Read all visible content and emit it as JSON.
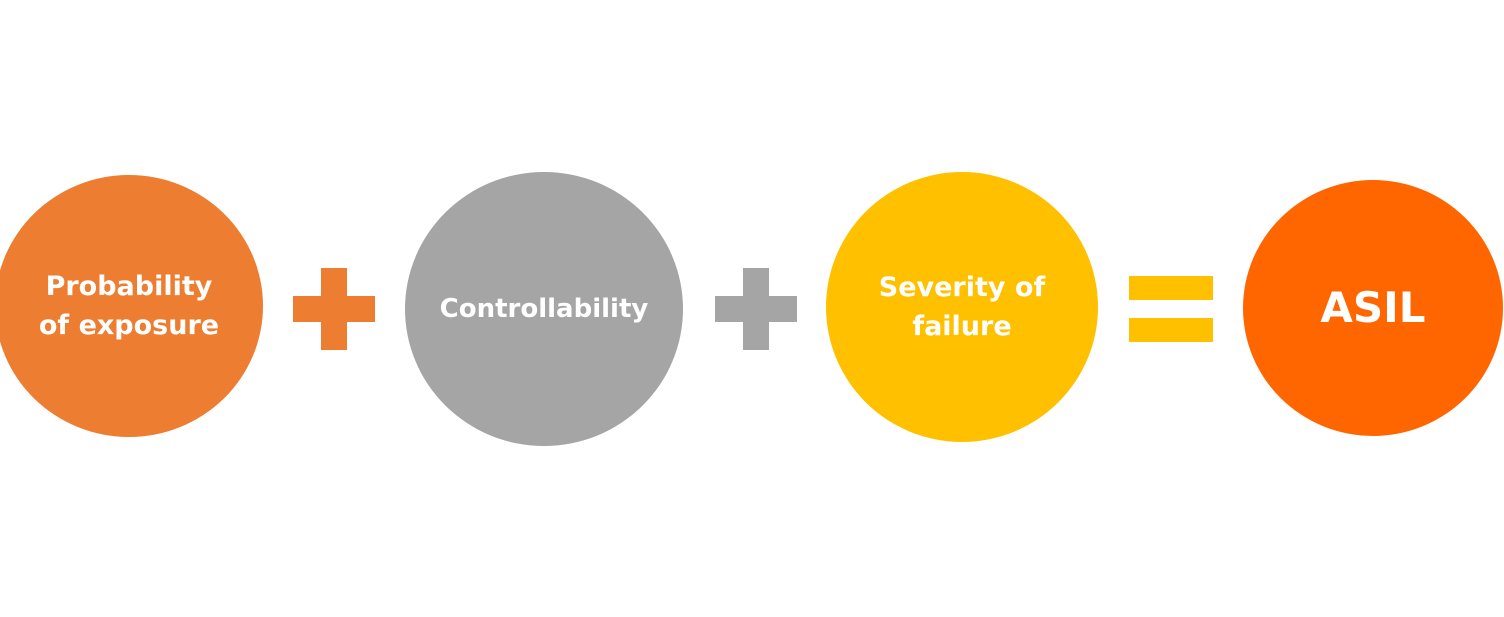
{
  "diagram": {
    "factors": [
      {
        "label": "Probability\nof exposure",
        "color": "#ED7D31"
      },
      {
        "label": "Controllability",
        "color": "#A5A5A5"
      },
      {
        "label": "Severity of\nfailure",
        "color": "#FFC000"
      }
    ],
    "operators": [
      {
        "symbol": "plus",
        "color": "#ED7D31"
      },
      {
        "symbol": "plus",
        "color": "#A5A5A5"
      },
      {
        "symbol": "equals",
        "color": "#FFC000"
      }
    ],
    "result": {
      "label": "ASIL",
      "color": "#FF6600"
    }
  }
}
